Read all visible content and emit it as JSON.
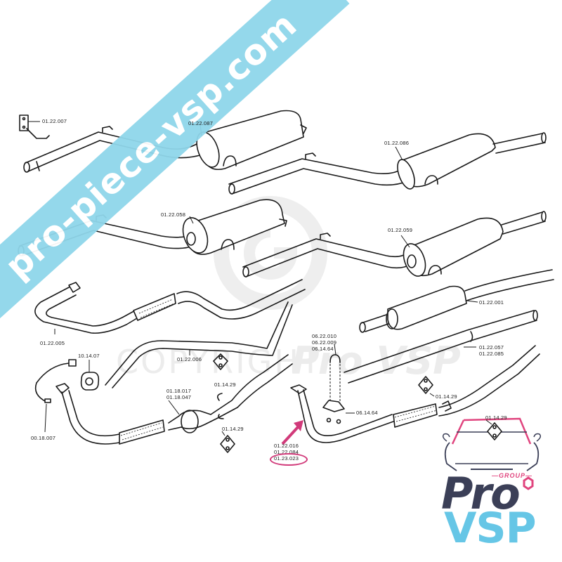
{
  "watermarks": {
    "banner_text": "pro-piece-vsp.com",
    "banner_color": "#8fd6ea",
    "copyright_text": "COPYRIGHT",
    "copyright_brand": "Pro VSP"
  },
  "logo": {
    "group_label": "—GROUP—",
    "line1": "Pro",
    "line2": "VSP",
    "colors": {
      "pro": "#3b3f57",
      "vsp": "#66c6e6",
      "accent": "#e0447e"
    }
  },
  "highlight": {
    "color": "#d13a7a",
    "target_part": "01.23.023"
  },
  "parts": [
    {
      "id": "bracket",
      "label": "01.22.007"
    },
    {
      "id": "rear-silencer-a",
      "label": "01.22.087"
    },
    {
      "id": "rear-silencer-b",
      "label": "01.22.086"
    },
    {
      "id": "rear-silencer-c",
      "label": "01.22.058"
    },
    {
      "id": "rear-silencer-d",
      "label": "01.22.059"
    },
    {
      "id": "front-pipe-flex",
      "label": "01.22.005"
    },
    {
      "id": "intermediate-pipe",
      "label": "01.22.006"
    },
    {
      "id": "gasket-a",
      "label": "10.14.07"
    },
    {
      "id": "rubber-mount-a",
      "label": "01.14.29"
    },
    {
      "id": "lambda-sensor",
      "label": "00.18.007"
    },
    {
      "id": "catalyst",
      "label": "01.18.017\n01.18.047"
    },
    {
      "id": "rubber-mount-b",
      "label": "01.14.29"
    },
    {
      "id": "middle-silencer",
      "label": "01.22.001"
    },
    {
      "id": "middle-pipe-silencer",
      "label": "01.22.057\n01.22.085"
    },
    {
      "id": "u-clamp",
      "label": "06.22.010\n06.22.009\n06.14.64"
    },
    {
      "id": "clamp-saddle",
      "label": "06.14.64"
    },
    {
      "id": "rubber-mount-c",
      "label": "01.14.29"
    },
    {
      "id": "rubber-mount-d",
      "label": "01.14.29"
    },
    {
      "id": "front-pipe-b",
      "label": "01.22.016\n01.22.084\n01.23.023"
    }
  ]
}
